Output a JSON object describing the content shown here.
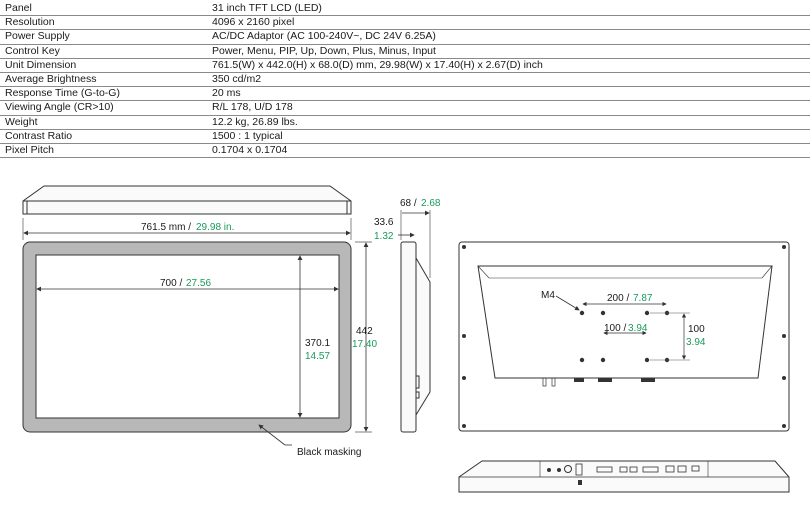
{
  "specs": [
    {
      "label": "Panel",
      "value": "31 inch TFT LCD (LED)"
    },
    {
      "label": "Resolution",
      "value": "4096 x 2160 pixel"
    },
    {
      "label": "Power Supply",
      "value": "AC/DC Adaptor (AC 100-240V~, DC 24V 6.25A)"
    },
    {
      "label": "Control Key",
      "value": "Power, Menu, PIP, Up, Down, Plus, Minus, Input"
    },
    {
      "label": "Unit Dimension",
      "value": "761.5(W) x 442.0(H) x 68.0(D) mm, 29.98(W) x 17.40(H) x 2.67(D) inch"
    },
    {
      "label": "Average Brightness",
      "value": "350 cd/m2"
    },
    {
      "label": "Response Time (G-to-G)",
      "value": "20 ms"
    },
    {
      "label": "Viewing Angle (CR>10)",
      "value": "R/L 178, U/D 178"
    },
    {
      "label": "Weight",
      "value": "12.2 kg, 26.89 lbs."
    },
    {
      "label": "Contrast Ratio",
      "value": "1500 : 1 typical"
    },
    {
      "label": "Pixel Pitch",
      "value": "0.1704 x 0.1704"
    }
  ],
  "dims": {
    "width_mm": "761.5 mm / ",
    "width_in": "29.98 in.",
    "active_w_mm": "700 / ",
    "active_w_in": "27.56",
    "active_h_mm": "370.1",
    "active_h_in": "14.57",
    "height_mm": "442",
    "height_in": "17.40",
    "depth_mm": "68 / ",
    "depth_in": "2.68",
    "bezel_mm": "33.6",
    "bezel_in": "1.32",
    "masking_label": "Black masking",
    "vesa_screw": "M4",
    "vesa_outer_mm": "200 / ",
    "vesa_outer_in": "7.87",
    "vesa_inner_mm": "100 / ",
    "vesa_inner_in": "3.94",
    "vesa_h_mm": "100",
    "vesa_h_in": "3.94"
  },
  "colors": {
    "imperial_text": "#1a9a5a",
    "line": "#333333",
    "masking": "#b8b8b8"
  }
}
